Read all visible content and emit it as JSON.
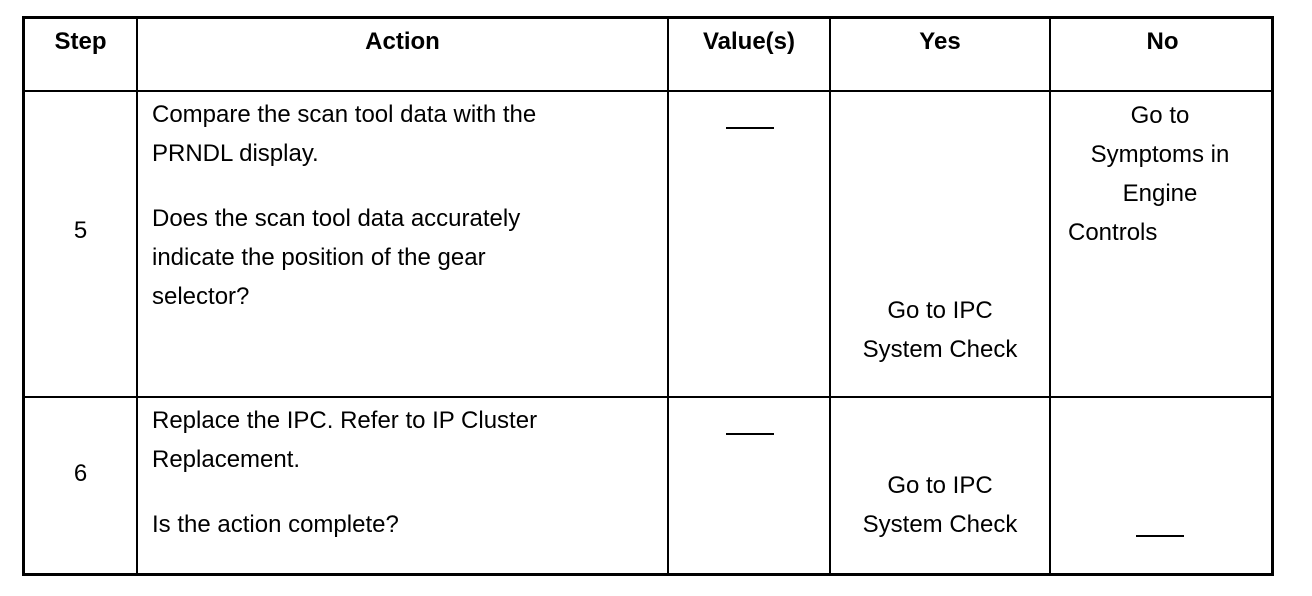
{
  "table": {
    "headers": {
      "step": "Step",
      "action": "Action",
      "values": "Value(s)",
      "yes": "Yes",
      "no": "No"
    },
    "rows": [
      {
        "step": "5",
        "action_line1": "Compare the scan tool data with the",
        "action_line2": "PRNDL display.",
        "action_line3": "Does the scan tool data accurately",
        "action_line4": "indicate the position of the gear",
        "action_line5": "selector?",
        "values": "",
        "yes_line1": "Go to IPC",
        "yes_line2": "System Check",
        "no_line1": "Go to",
        "no_line2": "Symptoms in",
        "no_line3": "Engine",
        "no_line4": "Controls"
      },
      {
        "step": "6",
        "action_line1": "Replace the IPC. Refer to IP Cluster",
        "action_line2": "Replacement.",
        "action_line3": "Is the action complete?",
        "values": "",
        "yes_line1": "Go to IPC",
        "yes_line2": "System Check",
        "no": ""
      }
    ]
  }
}
